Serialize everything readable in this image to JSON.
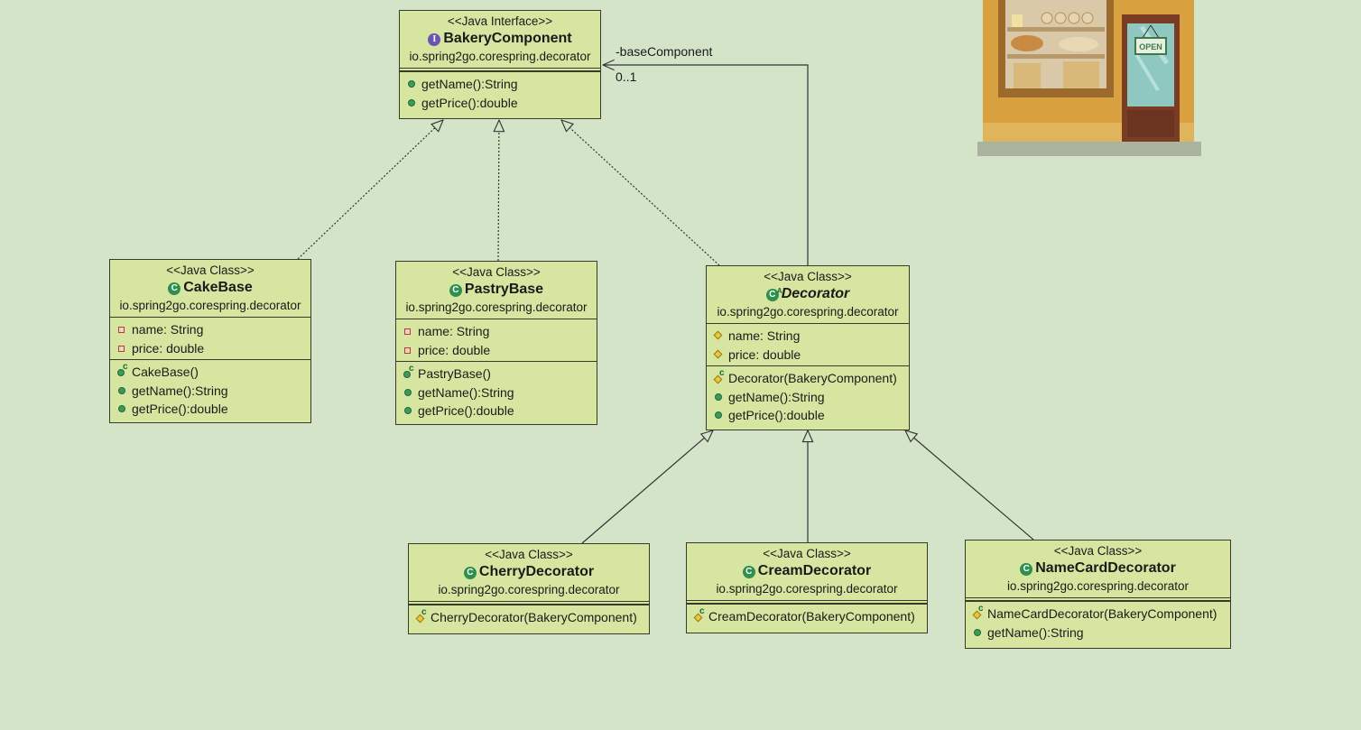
{
  "colors": {
    "background": "#d3e4c9",
    "node_fill": "#d6e6a0",
    "public_icon": "#3d9a59",
    "private_icon": "#c0392b",
    "protected_icon": "#e8c840",
    "interface_icon": "#6a55b0"
  },
  "association": {
    "role": "-baseComponent",
    "multiplicity": "0..1"
  },
  "bakery_component": {
    "stereotype": "<<Java Interface>>",
    "name": "BakeryComponent",
    "package": "io.spring2go.corespring.decorator",
    "icon": "interface-icon",
    "methods": [
      "getName():String",
      "getPrice():double"
    ]
  },
  "cake_base": {
    "stereotype": "<<Java Class>>",
    "name": "CakeBase",
    "package": "io.spring2go.corespring.decorator",
    "icon": "class-icon",
    "fields": [
      "name: String",
      "price: double"
    ],
    "methods": [
      "CakeBase()",
      "getName():String",
      "getPrice():double"
    ]
  },
  "pastry_base": {
    "stereotype": "<<Java Class>>",
    "name": "PastryBase",
    "package": "io.spring2go.corespring.decorator",
    "icon": "class-icon",
    "fields": [
      "name: String",
      "price: double"
    ],
    "methods": [
      "PastryBase()",
      "getName():String",
      "getPrice():double"
    ]
  },
  "decorator": {
    "stereotype": "<<Java Class>>",
    "name": "Decorator",
    "package": "io.spring2go.corespring.decorator",
    "icon": "abstract-class-icon",
    "fields": [
      "name: String",
      "price: double"
    ],
    "methods": [
      "Decorator(BakeryComponent)",
      "getName():String",
      "getPrice():double"
    ]
  },
  "cherry_decorator": {
    "stereotype": "<<Java Class>>",
    "name": "CherryDecorator",
    "package": "io.spring2go.corespring.decorator",
    "icon": "class-icon",
    "methods": [
      "CherryDecorator(BakeryComponent)"
    ]
  },
  "cream_decorator": {
    "stereotype": "<<Java Class>>",
    "name": "CreamDecorator",
    "package": "io.spring2go.corespring.decorator",
    "icon": "class-icon",
    "methods": [
      "CreamDecorator(BakeryComponent)"
    ]
  },
  "name_card_decorator": {
    "stereotype": "<<Java Class>>",
    "name": "NameCardDecorator",
    "package": "io.spring2go.corespring.decorator",
    "icon": "class-icon",
    "methods": [
      "NameCardDecorator(BakeryComponent)",
      "getName():String"
    ]
  },
  "shop_illustration": {
    "sign": "OPEN",
    "icon": "bakery-shop-illustration"
  }
}
